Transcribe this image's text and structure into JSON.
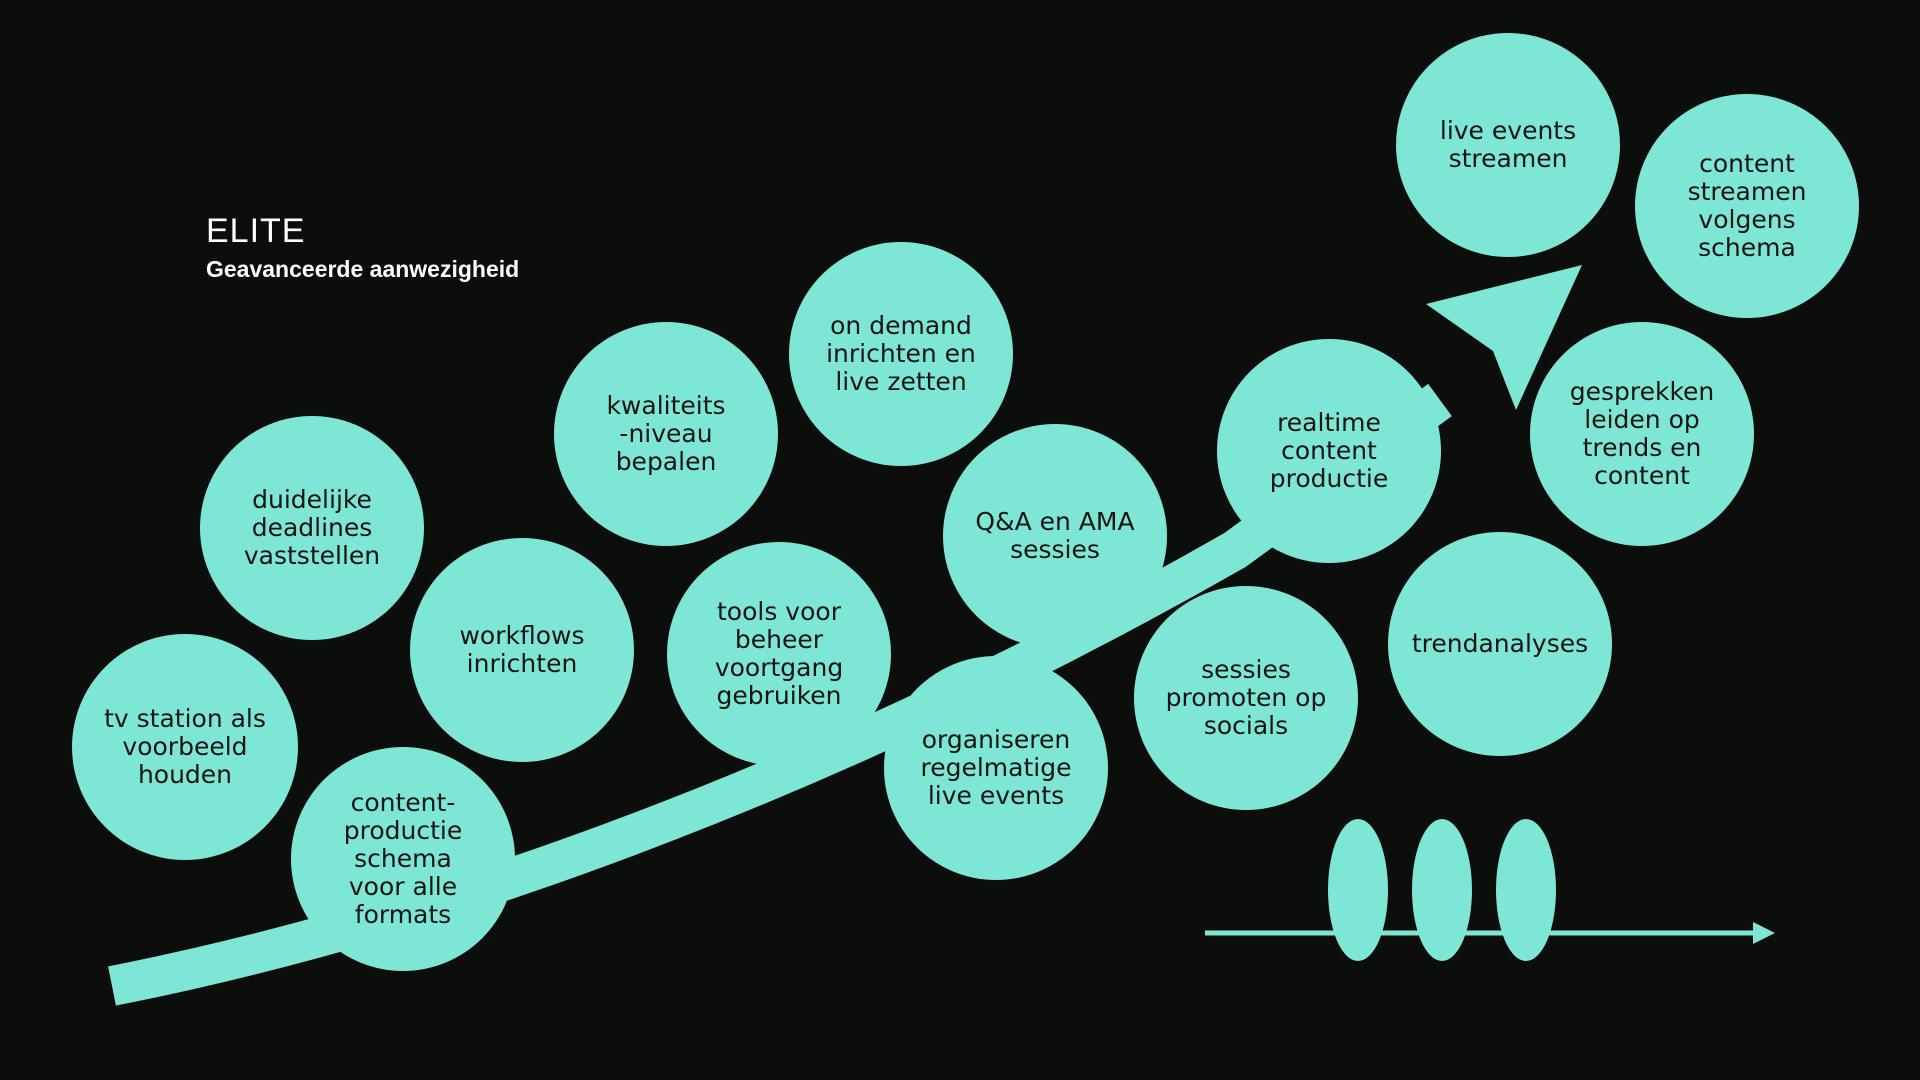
{
  "header": {
    "title": "ELITE",
    "subtitle": "Geavanceerde aanwezigheid"
  },
  "colors": {
    "background": "#0c0e0b",
    "accent": "#7de6d4",
    "bubble_text": "#121512",
    "header_text": "#ffffff"
  },
  "bubbles": [
    {
      "id": "tv-station",
      "text": "tv station als\nvoorbeeld\nhouden"
    },
    {
      "id": "deadlines",
      "text": "duidelijke\ndeadlines\nvaststellen"
    },
    {
      "id": "contentschema",
      "text": "content-\nproductie\nschema\nvoor alle\nformats"
    },
    {
      "id": "workflows",
      "text": "workflows\ninrichten"
    },
    {
      "id": "kwaliteit",
      "text": "kwaliteits\n-niveau\nbepalen"
    },
    {
      "id": "tools",
      "text": "tools voor\nbeheer\nvoortgang\ngebruiken"
    },
    {
      "id": "ondemand",
      "text": "on demand\ninrichten en\nlive zetten"
    },
    {
      "id": "qa-ama",
      "text": "Q&A en AMA\nsessies"
    },
    {
      "id": "live-events",
      "text": "organiseren\nregelmatige\nlive events"
    },
    {
      "id": "realtime",
      "text": "realtime\ncontent\nproductie"
    },
    {
      "id": "socials",
      "text": "sessies\npromoten op\nsocials"
    },
    {
      "id": "streamen",
      "text": "live events\nstreamen"
    },
    {
      "id": "trendanalyses",
      "text": "trendanalyses"
    },
    {
      "id": "schema-streamen",
      "text": "content\nstreamen\nvolgens\nschema"
    },
    {
      "id": "gesprekken",
      "text": "gesprekken\nleiden op\ntrends en\ncontent"
    }
  ],
  "icons": {
    "growth_arrow": "curved-arrow-icon",
    "timeline": "timeline-arrow-icon"
  }
}
